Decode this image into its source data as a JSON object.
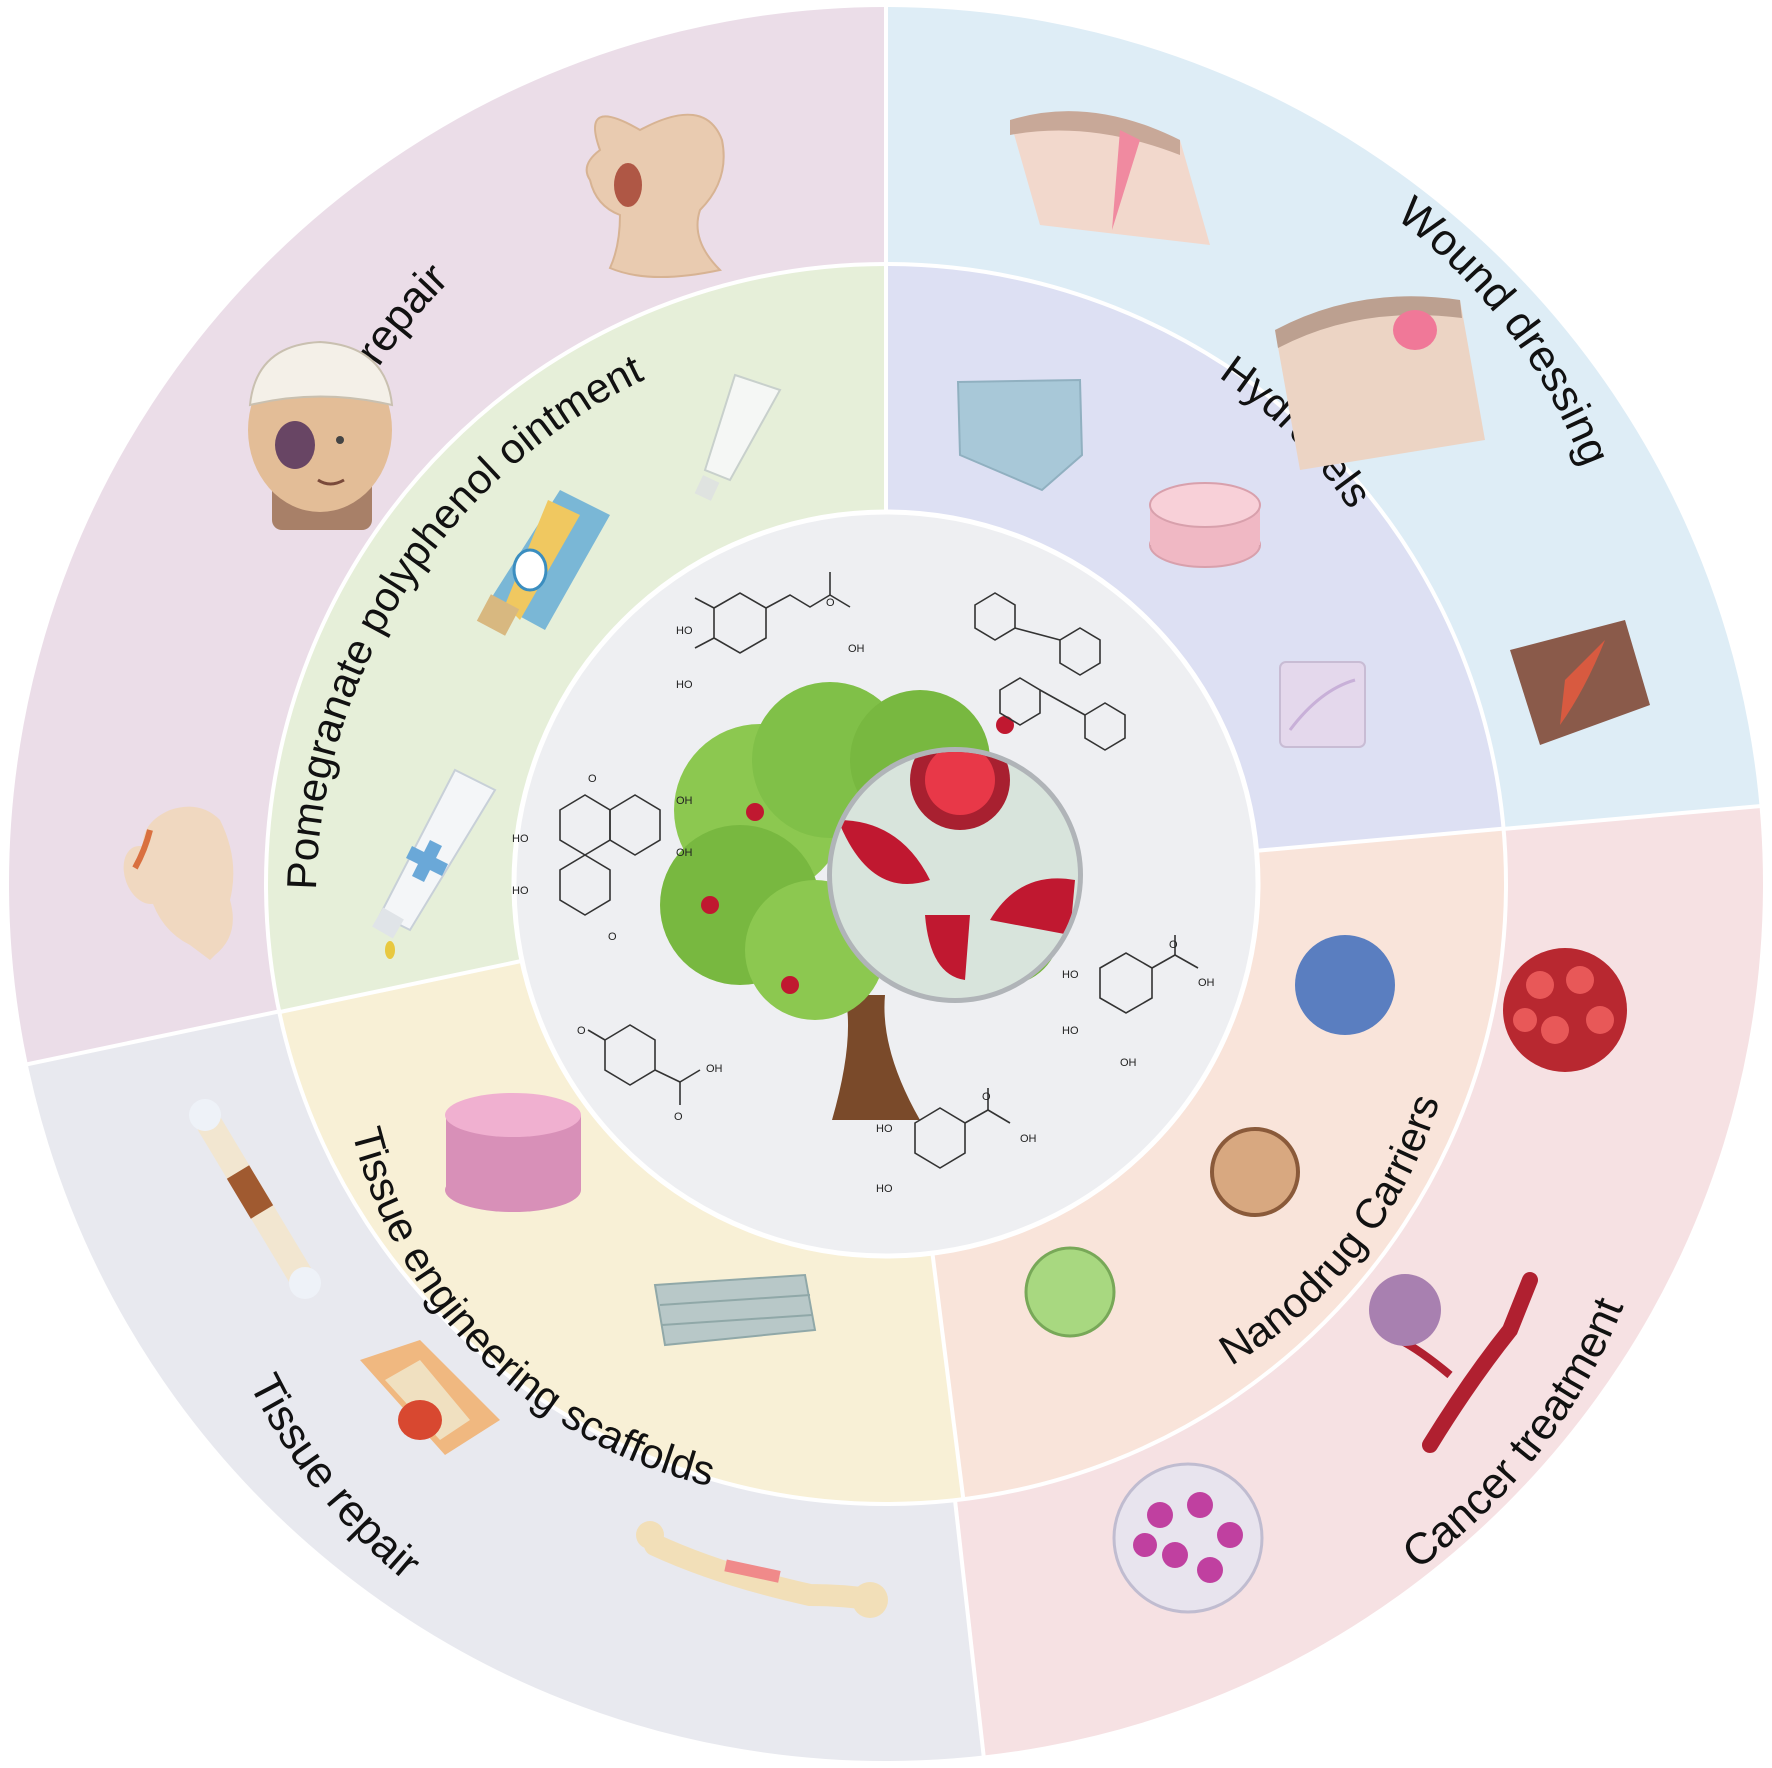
{
  "colors": {
    "scar_repair": "#ebdde8",
    "wound_dressing": "#deedf6",
    "cancer_treatment": "#f6e1e3",
    "tissue_repair": "#e8e9ef",
    "ointment": "#e6efd9",
    "hydrogels": "#dde0f3",
    "nanodrug": "#f9e4da",
    "scaffolds": "#f8f0d6",
    "center": "#eeeff2",
    "divider": "#ffffff"
  },
  "outer_ring": {
    "scar_repair": "Scar repair",
    "wound_dressing": "Wound dressing",
    "cancer_treatment": "Cancer treatment",
    "tissue_repair": "Tissue repair"
  },
  "inner_ring": {
    "ointment": "Pomegranate polyphenol ointment",
    "hydrogels": "Hydrogels",
    "nanodrug": "Nanodrug Carriers",
    "scaffolds": "Tissue engineering scaffolds"
  },
  "chemistry": {
    "ho": "HO",
    "oh": "OH",
    "o": "O"
  },
  "icons": [
    "head-profile-icon",
    "bandaged-face-icon",
    "head-scar-icon",
    "ointment-tube-icon",
    "cream-tube-icon",
    "dropper-tube-icon",
    "skin-wound-icon",
    "skin-healing-icon",
    "tissue-patch-icon",
    "hydrogel-cube-icon",
    "hydrogel-disc-icon",
    "hydrogel-film-icon",
    "nanoparticle-blue-icon",
    "nanoparticle-porous-icon",
    "nanoparticle-green-icon",
    "tumor-cluster-icon",
    "blood-vessel-tumor-icon",
    "cell-cluster-icon",
    "bone-icon",
    "joint-icon",
    "femur-icon",
    "porous-scaffold-icon",
    "layered-scaffold-icon",
    "pomegranate-tree-icon",
    "magnifier-icon"
  ]
}
